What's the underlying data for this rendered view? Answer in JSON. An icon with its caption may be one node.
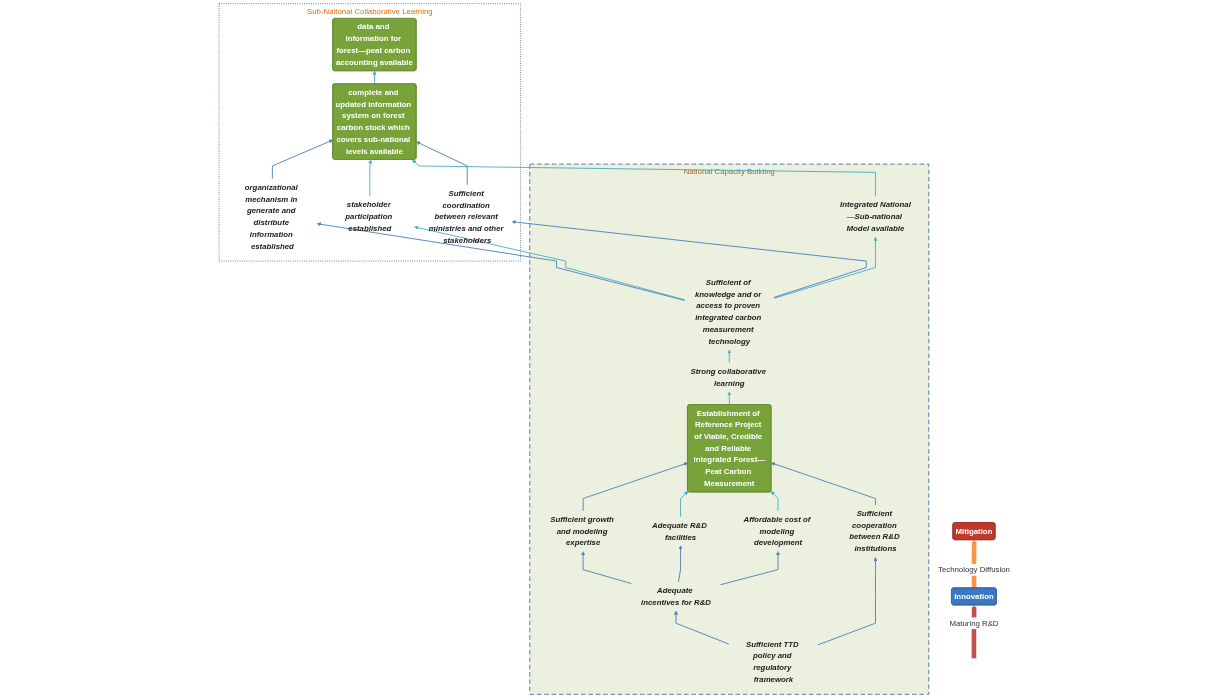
{
  "diagram": {
    "nodes": [
      {
        "text": [
          "Mitigation"
        ]
      },
      {
        "text": [
          "Innovation"
        ]
      },
      {
        "text": [
          "Sub-Naitonal Collaborative Learning"
        ]
      },
      {
        "text": [
          "data and information for forest—peat carbon accounting available"
        ],
        "in": 2
      },
      {
        "text": [
          "complete and updated information system on forest carbon stock which covers sub-national levels available"
        ],
        "in": 2
      },
      {
        "text": [
          "organizational mechanism in generate and distribute information established"
        ],
        "in": 2
      },
      {
        "text": [
          "stakeholder participation established"
        ],
        "in": 2
      },
      {
        "text": [
          "Sufficient coordination between relevant ministries and other stakeholders"
        ],
        "in": 2
      },
      {
        "text": [
          "National Capacity Building"
        ]
      },
      {
        "text": [
          "Integrated National—Sub-national Model available"
        ],
        "in": 8
      },
      {
        "text": [
          "Sufficient of knowledge and or access to proven integrated carbon measurement technology"
        ],
        "in": 8
      },
      {
        "text": [
          "Strong collaborative learning"
        ],
        "in": 8
      },
      {
        "text": [
          "Establishment of Reference Project of Viable, Credible and Reliable Integrated Forest—Peat Carbon Measurement"
        ],
        "in": 8
      },
      {
        "text": [
          "Sufficient growth and modeling expertise"
        ],
        "in": 8
      },
      {
        "text": [
          "Adequate R&D facilities"
        ],
        "in": 8
      },
      {
        "text": [
          "Affordable cost of modeling development"
        ],
        "in": 8
      },
      {
        "text": [
          "Sufficient cooperation between R&D institutions"
        ],
        "in": 8
      },
      {
        "text": [
          "Adequate incentives for R&D"
        ],
        "in": 8
      },
      {
        "text": [
          "Sufficient TTD policy and regulatory framework"
        ],
        "in": 8
      }
    ],
    "edges": [
      {
        "from": 1,
        "to": 0,
        "arrow": "to",
        "label": "Technology Diffusion",
        "style": "thick",
        "color": "#f79646"
      },
      {
        "from": null,
        "to": 1,
        "arrow": "to",
        "label": "Maturing R&D",
        "style": "thick",
        "color": "#c0504d"
      },
      {
        "from": 4,
        "to": 3,
        "arrow": "to",
        "color": "#4bacc6"
      },
      {
        "from": 5,
        "to": 4,
        "arrow": "to"
      },
      {
        "from": 6,
        "to": 4,
        "arrow": "to",
        "color": "#4bacc6"
      },
      {
        "from": 9,
        "to": 4,
        "arrow": "to",
        "color": "#4bacc6"
      },
      {
        "from": 7,
        "to": 4,
        "arrow": "to"
      },
      {
        "from": 10,
        "to": 5,
        "arrow": "to"
      },
      {
        "from": 10,
        "to": 6,
        "arrow": "to",
        "color": "#4bacc6"
      },
      {
        "from": 10,
        "to": 9,
        "arrow": "to",
        "color": "#4bacc6"
      },
      {
        "from": 10,
        "to": 7,
        "arrow": "to"
      },
      {
        "from": 11,
        "to": 10,
        "arrow": "to",
        "color": "#4bacc6"
      },
      {
        "from": 12,
        "to": 11,
        "arrow": "to",
        "color": "#4bacc6"
      },
      {
        "from": 13,
        "to": 12,
        "arrow": "to"
      },
      {
        "from": 14,
        "to": 12,
        "arrow": "to",
        "color": "#4bacc6"
      },
      {
        "from": 15,
        "to": 12,
        "arrow": "to",
        "color": "#4bacc6"
      },
      {
        "from": 16,
        "to": 12,
        "arrow": "to"
      },
      {
        "from": 17,
        "to": 13,
        "arrow": "to"
      },
      {
        "from": 17,
        "to": 14,
        "arrow": "to"
      },
      {
        "from": 17,
        "to": 15,
        "arrow": "to"
      },
      {
        "from": 18,
        "to": 17,
        "arrow": "to"
      },
      {
        "from": 18,
        "to": 16,
        "arrow": "to"
      }
    ]
  }
}
